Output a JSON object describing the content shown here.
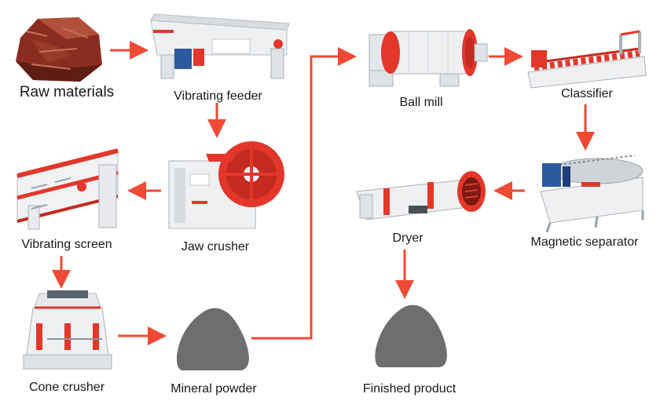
{
  "colors": {
    "arrow": "#ef4a35",
    "machine_red": "#e2372a",
    "machine_white": "#eef0f2",
    "steel": "#bcc3c9",
    "powder": "#6e6e6e",
    "ore": "#8a2d20"
  },
  "nodes": {
    "raw_materials": {
      "label": "Raw materials",
      "icon": "ore-rock-icon"
    },
    "vibrating_feeder": {
      "label": "Vibrating feeder",
      "icon": "vibrating-feeder-icon"
    },
    "jaw_crusher": {
      "label": "Jaw crusher",
      "icon": "jaw-crusher-icon"
    },
    "vibrating_screen": {
      "label": "Vibrating screen",
      "icon": "vibrating-screen-icon"
    },
    "cone_crusher": {
      "label": "Cone crusher",
      "icon": "cone-crusher-icon"
    },
    "mineral_powder": {
      "label": "Mineral powder",
      "icon": "powder-pile-icon"
    },
    "ball_mill": {
      "label": "Ball mill",
      "icon": "ball-mill-icon"
    },
    "classifier": {
      "label": "Classifier",
      "icon": "spiral-classifier-icon"
    },
    "magnetic_separator": {
      "label": "Magnetic separator",
      "icon": "magnetic-separator-icon"
    },
    "dryer": {
      "label": "Dryer",
      "icon": "rotary-dryer-icon"
    },
    "finished_product": {
      "label": "Finished product",
      "icon": "powder-pile-icon"
    }
  }
}
